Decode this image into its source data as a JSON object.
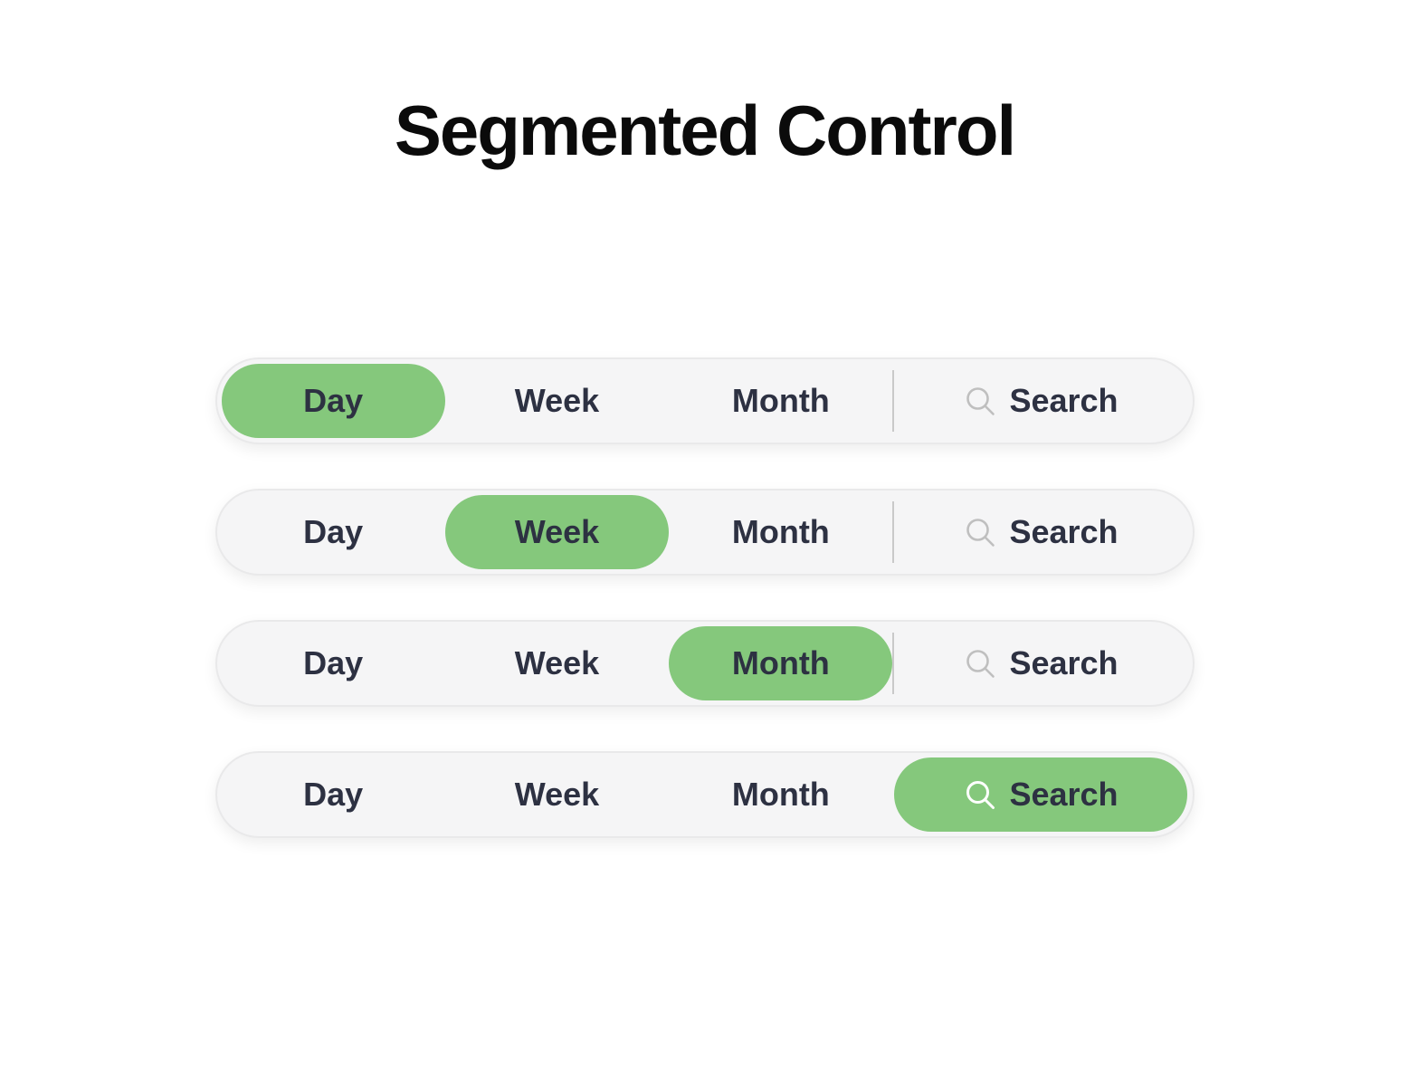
{
  "page": {
    "title": "Segmented Control"
  },
  "colors": {
    "accent_green": "#85c87c",
    "label_text": "#2d3142",
    "control_background": "#f5f5f6",
    "control_border": "#e9e9ea",
    "divider": "#c9c9c9",
    "search_icon_inactive": "#bfbfbf",
    "search_icon_active": "#ffffff",
    "page_background": "#ffffff"
  },
  "controls": [
    {
      "selected": "Day",
      "segments": [
        {
          "id": "day",
          "label": "Day",
          "active": true
        },
        {
          "id": "week",
          "label": "Week",
          "active": false
        },
        {
          "id": "month",
          "label": "Month",
          "active": false
        },
        {
          "id": "search",
          "label": "Search",
          "active": false,
          "icon": "search-icon"
        }
      ]
    },
    {
      "selected": "Week",
      "segments": [
        {
          "id": "day",
          "label": "Day",
          "active": false
        },
        {
          "id": "week",
          "label": "Week",
          "active": true
        },
        {
          "id": "month",
          "label": "Month",
          "active": false
        },
        {
          "id": "search",
          "label": "Search",
          "active": false,
          "icon": "search-icon"
        }
      ]
    },
    {
      "selected": "Month",
      "segments": [
        {
          "id": "day",
          "label": "Day",
          "active": false
        },
        {
          "id": "week",
          "label": "Week",
          "active": false
        },
        {
          "id": "month",
          "label": "Month",
          "active": true
        },
        {
          "id": "search",
          "label": "Search",
          "active": false,
          "icon": "search-icon"
        }
      ]
    },
    {
      "selected": "Search",
      "segments": [
        {
          "id": "day",
          "label": "Day",
          "active": false
        },
        {
          "id": "week",
          "label": "Week",
          "active": false
        },
        {
          "id": "month",
          "label": "Month",
          "active": false
        },
        {
          "id": "search",
          "label": "Search",
          "active": true,
          "icon": "search-icon"
        }
      ]
    }
  ]
}
